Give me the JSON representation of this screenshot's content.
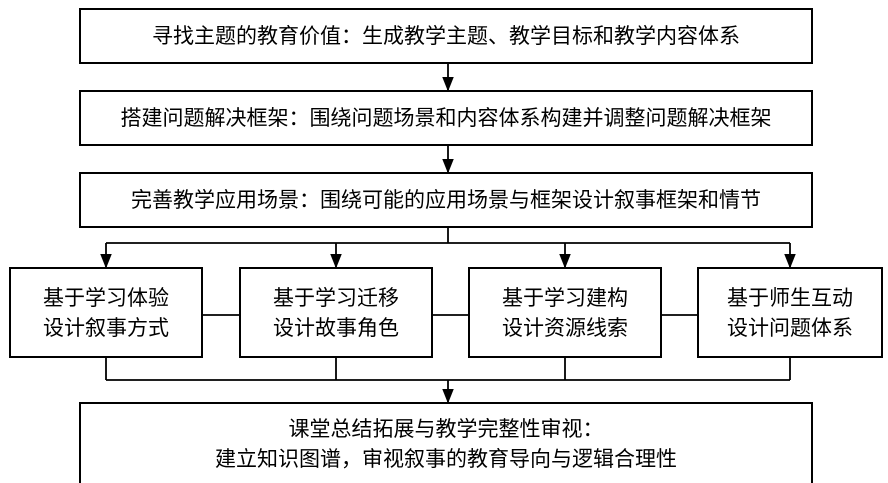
{
  "steps": {
    "step1": "寻找主题的教育价值：生成教学主题、教学目标和教学内容体系",
    "step2": "搭建问题解决框架：围绕问题场景和内容体系构建并调整问题解决框架",
    "step3": "完善教学应用场景：围绕可能的应用场景与框架设计叙事框架和情节"
  },
  "branches": [
    {
      "line1": "基于学习体验",
      "line2": "设计叙事方式"
    },
    {
      "line1": "基于学习迁移",
      "line2": "设计故事角色"
    },
    {
      "line1": "基于学习建构",
      "line2": "设计资源线索"
    },
    {
      "line1": "基于师生互动",
      "line2": "设计问题体系"
    }
  ],
  "final": {
    "line1": "课堂总结拓展与教学完整性审视：",
    "line2": "建立知识图谱，审视叙事的教育导向与逻辑合理性"
  },
  "colors": {
    "stroke": "#000000",
    "background": "#ffffff"
  }
}
